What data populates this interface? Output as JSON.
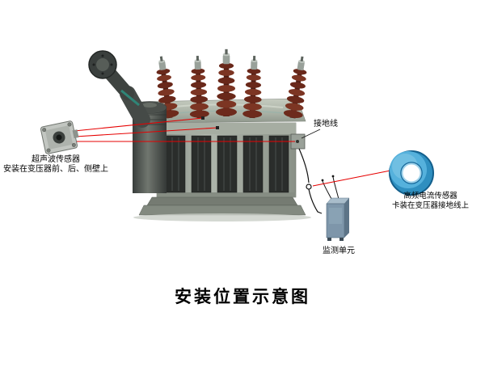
{
  "title": "安装位置示意图",
  "labels": {
    "ultrasonic_sensor": {
      "name": "超声波传感器",
      "install_note": "安装在变压器前、后、侧壁上"
    },
    "grounding_wire": "接地线",
    "hf_current_sensor": {
      "name": "高频电流传感器",
      "install_note": "卡装在变压器接地线上"
    },
    "monitoring_unit": "监测单元"
  },
  "colors": {
    "connection_line_red": "#e60000",
    "hf_sensor_blue": "#49a8d4",
    "transformer_gray": "#9aa198",
    "bushing_brown": "#6f2b1d"
  }
}
